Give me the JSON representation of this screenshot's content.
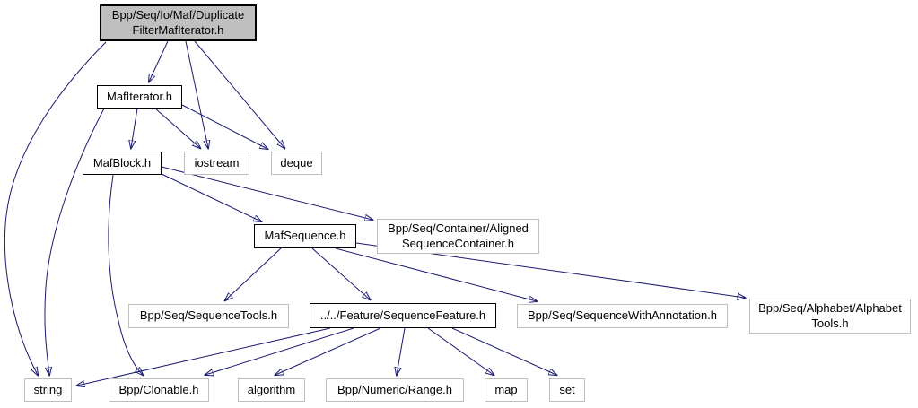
{
  "diagram": {
    "kind": "include-dependency-graph",
    "root_file": "Bpp/Seq/Io/Maf/DuplicateFilterMafIterator.h"
  },
  "colors": {
    "edge": "#191970",
    "root_fill": "#bfbfbf",
    "internal_border": "#000000",
    "external_border": "#bebebe",
    "node_fill": "#ffffff"
  },
  "nodes": [
    {
      "id": "duplicatefiltermafiterator",
      "label": "Bpp/Seq/Io/Maf/Duplicate\nFilterMafIterator.h",
      "kind": "root"
    },
    {
      "id": "mafiterator",
      "label": "MafIterator.h",
      "kind": "internal"
    },
    {
      "id": "mafblock",
      "label": "MafBlock.h",
      "kind": "internal"
    },
    {
      "id": "iostream",
      "label": "iostream",
      "kind": "external"
    },
    {
      "id": "deque",
      "label": "deque",
      "kind": "external"
    },
    {
      "id": "mafsequence",
      "label": "MafSequence.h",
      "kind": "internal"
    },
    {
      "id": "alignedsequencecontainer",
      "label": "Bpp/Seq/Container/Aligned\nSequenceContainer.h",
      "kind": "external"
    },
    {
      "id": "sequencetools",
      "label": "Bpp/Seq/SequenceTools.h",
      "kind": "external"
    },
    {
      "id": "sequencefeature",
      "label": "../../Feature/SequenceFeature.h",
      "kind": "internal"
    },
    {
      "id": "sequencewithannotation",
      "label": "Bpp/Seq/SequenceWithAnnotation.h",
      "kind": "external"
    },
    {
      "id": "alphabettools",
      "label": "Bpp/Seq/Alphabet/Alphabet\nTools.h",
      "kind": "external"
    },
    {
      "id": "string",
      "label": "string",
      "kind": "external"
    },
    {
      "id": "clonable",
      "label": "Bpp/Clonable.h",
      "kind": "external"
    },
    {
      "id": "algorithm",
      "label": "algorithm",
      "kind": "external"
    },
    {
      "id": "range",
      "label": "Bpp/Numeric/Range.h",
      "kind": "external"
    },
    {
      "id": "map",
      "label": "map",
      "kind": "external"
    },
    {
      "id": "set",
      "label": "set",
      "kind": "external"
    }
  ],
  "edges": [
    {
      "from": "duplicatefiltermafiterator",
      "to": "mafiterator"
    },
    {
      "from": "duplicatefiltermafiterator",
      "to": "iostream"
    },
    {
      "from": "duplicatefiltermafiterator",
      "to": "deque"
    },
    {
      "from": "duplicatefiltermafiterator",
      "to": "string"
    },
    {
      "from": "mafiterator",
      "to": "mafblock"
    },
    {
      "from": "mafiterator",
      "to": "iostream"
    },
    {
      "from": "mafiterator",
      "to": "deque"
    },
    {
      "from": "mafiterator",
      "to": "string"
    },
    {
      "from": "mafblock",
      "to": "mafsequence"
    },
    {
      "from": "mafblock",
      "to": "alignedsequencecontainer"
    },
    {
      "from": "mafblock",
      "to": "clonable"
    },
    {
      "from": "mafsequence",
      "to": "sequencetools"
    },
    {
      "from": "mafsequence",
      "to": "sequencefeature"
    },
    {
      "from": "mafsequence",
      "to": "sequencewithannotation"
    },
    {
      "from": "mafsequence",
      "to": "alphabettools"
    },
    {
      "from": "sequencefeature",
      "to": "string"
    },
    {
      "from": "sequencefeature",
      "to": "clonable"
    },
    {
      "from": "sequencefeature",
      "to": "algorithm"
    },
    {
      "from": "sequencefeature",
      "to": "range"
    },
    {
      "from": "sequencefeature",
      "to": "map"
    },
    {
      "from": "sequencefeature",
      "to": "set"
    }
  ]
}
